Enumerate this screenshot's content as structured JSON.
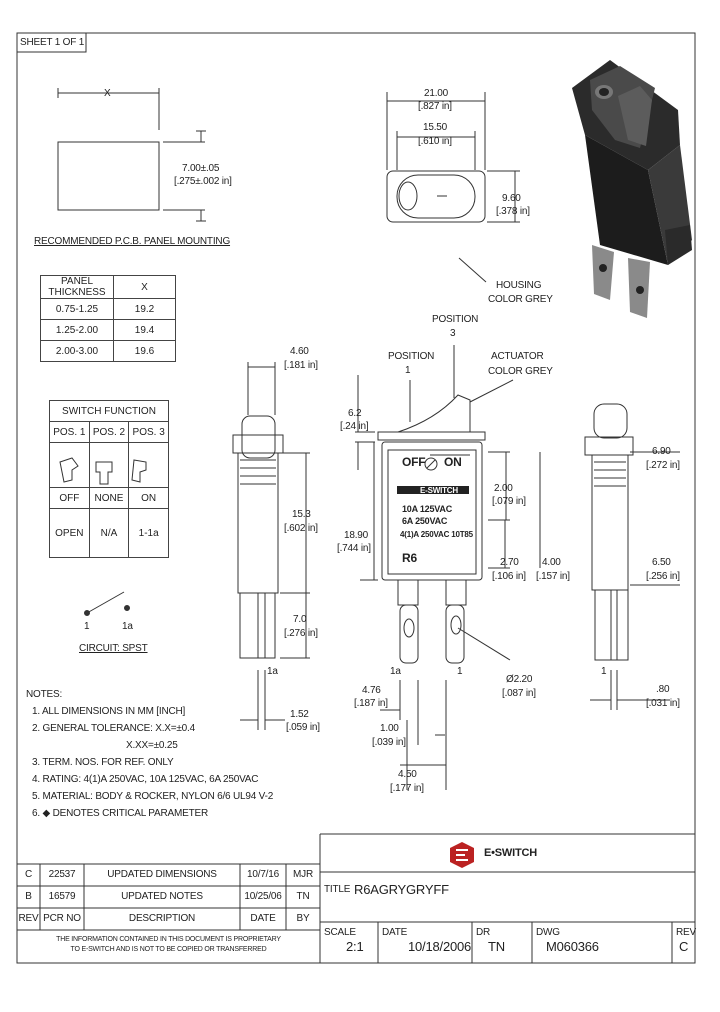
{
  "sheet": "SHEET 1 OF 1",
  "panel_mounting": {
    "x_label": "X",
    "height_dim": "7.00±.05",
    "height_dim_in": "[.275±.002 in]",
    "title": "RECOMMENDED P.C.B. PANEL MOUNTING",
    "table_header": [
      "PANEL THICKNESS",
      "X"
    ],
    "table_rows": [
      [
        "0.75-1.25",
        "19.2"
      ],
      [
        "1.25-2.00",
        "19.4"
      ],
      [
        "2.00-3.00",
        "19.6"
      ]
    ]
  },
  "top_view": {
    "w1": "21.00",
    "w1_in": "[.827 in]",
    "w2": "15.50",
    "w2_in": "[.610 in]",
    "h": "9.60",
    "h_in": "[.378 in]",
    "housing_note": [
      "HOUSING",
      "COLOR GREY"
    ]
  },
  "switch_function": {
    "title": "SWITCH FUNCTION",
    "headers": [
      "POS. 1",
      "POS. 2",
      "POS. 3"
    ],
    "row_a": [
      "OFF",
      "NONE",
      "ON"
    ],
    "row_b": [
      "OPEN",
      "N/A",
      "1-1a"
    ]
  },
  "circuit": {
    "t1": "1",
    "t2": "1a",
    "label": "CIRCUIT: SPST"
  },
  "side_left": {
    "w": "4.60",
    "w_in": "[.181 in]",
    "h1": "15.3",
    "h1_in": "[.602 in]",
    "h2": "7.0",
    "h2_in": "[.276 in]",
    "term": "1a",
    "bottom": "1.52",
    "bottom_in": "[.059 in]"
  },
  "front_view": {
    "position3": [
      "POSITION",
      "3"
    ],
    "position1": [
      "POSITION",
      "1"
    ],
    "actuator": [
      "ACTUATOR",
      "COLOR GREY"
    ],
    "h_top": "6.2",
    "h_top_in": "[.24 in]",
    "off": "OFF",
    "on": "ON",
    "brand": "E-SWITCH",
    "rating1": "10A 125VAC",
    "rating2": "6A 250VAC",
    "rating3": "4(1)A 250VAC 10T85",
    "model": "R6",
    "h_body": "18.90",
    "h_body_in": "[.744 in]",
    "d2": "2.00",
    "d2_in": "[.079 in]",
    "d3": "2.70",
    "d3_in": "[.106 in]",
    "d4": "4.00",
    "d4_in": "[.157 in]",
    "term1a": "1a",
    "term1": "1",
    "hole": "Ø2.20",
    "hole_in": "[.087 in]",
    "p1": "4.76",
    "p1_in": "[.187 in]",
    "p2": "1.00",
    "p2_in": "[.039 in]",
    "p3": "4.50",
    "p3_in": "[.177 in]"
  },
  "side_right": {
    "w1": "6.90",
    "w1_in": "[.272 in]",
    "w2": "6.50",
    "w2_in": "[.256 in]",
    "term": "1",
    "bottom": ".80",
    "bottom_in": "[.031 in]"
  },
  "notes": {
    "title": "NOTES:",
    "items": [
      "1. ALL DIMENSIONS IN MM [INCH]",
      "2. GENERAL TOLERANCE: X.X=±0.4",
      "X.XX=±0.25",
      "3. TERM. NOS. FOR REF. ONLY",
      "4. RATING: 4(1)A 250VAC, 10A 125VAC, 6A 250VAC",
      "5. MATERIAL: BODY & ROCKER, NYLON 6/6 UL94 V-2",
      "6. ◆ DENOTES CRITICAL PARAMETER"
    ]
  },
  "revisions": {
    "rows": [
      [
        "C",
        "22537",
        "UPDATED DIMENSIONS",
        "10/7/16",
        "MJR"
      ],
      [
        "B",
        "16579",
        "UPDATED NOTES",
        "10/25/06",
        "TN"
      ]
    ],
    "header": [
      "REV",
      "PCR NO",
      "DESCRIPTION",
      "DATE",
      "BY"
    ]
  },
  "proprietary": [
    "THE INFORMATION CONTAINED IN THIS DOCUMENT IS PROPRIETARY",
    "TO E-SWITCH AND IS NOT TO BE COPIED OR TRANSFERRED"
  ],
  "title_block": {
    "company": "E•SWITCH",
    "title_label": "TITLE",
    "title": "R6AGRYGRYFF",
    "scale_label": "SCALE",
    "scale": "2:1",
    "date_label": "DATE",
    "date": "10/18/2006",
    "dr_label": "DR",
    "dr": "TN",
    "dwg_label": "DWG",
    "dwg": "M060366",
    "rev_label": "REV",
    "rev": "C"
  }
}
